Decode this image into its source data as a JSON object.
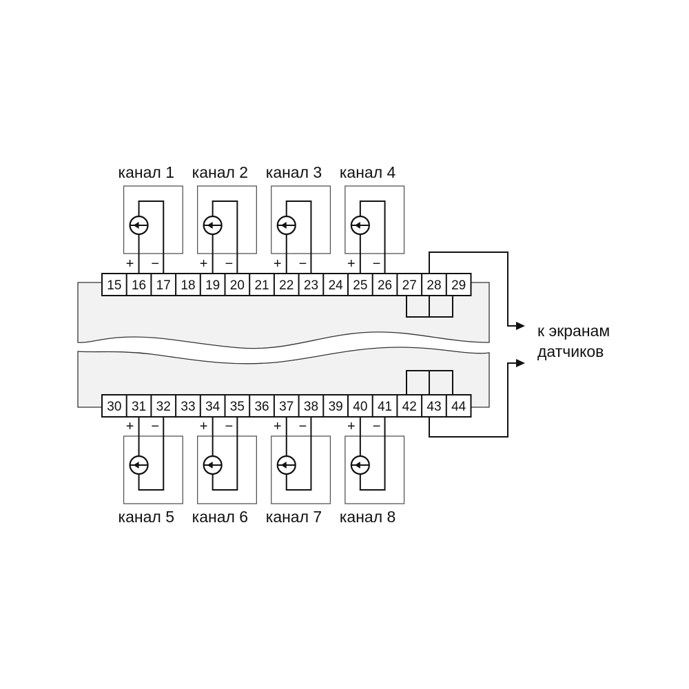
{
  "diagram": {
    "top_terminals": [
      "15",
      "16",
      "17",
      "18",
      "19",
      "20",
      "21",
      "22",
      "23",
      "24",
      "25",
      "26",
      "27",
      "28",
      "29"
    ],
    "bottom_terminals": [
      "30",
      "31",
      "32",
      "33",
      "34",
      "35",
      "36",
      "37",
      "38",
      "39",
      "40",
      "41",
      "42",
      "43",
      "44"
    ],
    "top_channels": [
      {
        "label": "канал 1",
        "plus": "16",
        "minus": "17"
      },
      {
        "label": "канал 2",
        "plus": "19",
        "minus": "20"
      },
      {
        "label": "канал 3",
        "plus": "22",
        "minus": "23"
      },
      {
        "label": "канал 4",
        "plus": "25",
        "minus": "26"
      }
    ],
    "bottom_channels": [
      {
        "label": "канал 5",
        "plus": "31",
        "minus": "32"
      },
      {
        "label": "канал 6",
        "plus": "34",
        "minus": "35"
      },
      {
        "label": "канал 7",
        "plus": "37",
        "minus": "38"
      },
      {
        "label": "канал 8",
        "plus": "40",
        "minus": "41"
      }
    ],
    "plus_sign": "+",
    "minus_sign": "−",
    "shield_label_line1": "к экранам",
    "shield_label_line2": "датчиков",
    "colors": {
      "line": "#111111",
      "body_fill": "#f2f2f2",
      "box_stroke": "#555555"
    }
  }
}
